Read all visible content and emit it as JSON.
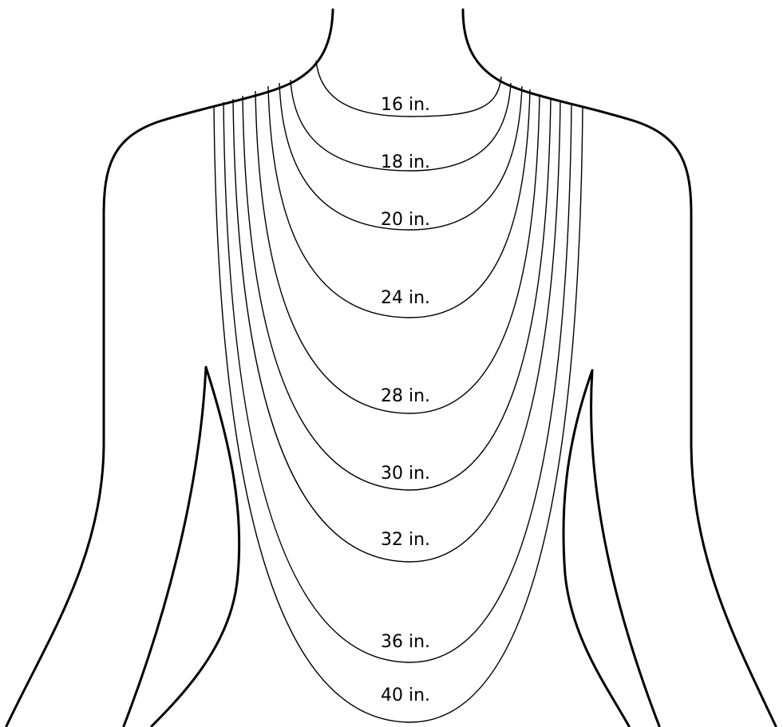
{
  "diagram": {
    "unit": "in.",
    "lengths": [
      {
        "label": "16 in.",
        "value": 16
      },
      {
        "label": "18 in.",
        "value": 18
      },
      {
        "label": "20 in.",
        "value": 20
      },
      {
        "label": "24 in.",
        "value": 24
      },
      {
        "label": "28 in.",
        "value": 28
      },
      {
        "label": "30 in.",
        "value": 30
      },
      {
        "label": "32 in.",
        "value": 32
      },
      {
        "label": "36 in.",
        "value": 36
      },
      {
        "label": "40 in.",
        "value": 40
      }
    ]
  }
}
